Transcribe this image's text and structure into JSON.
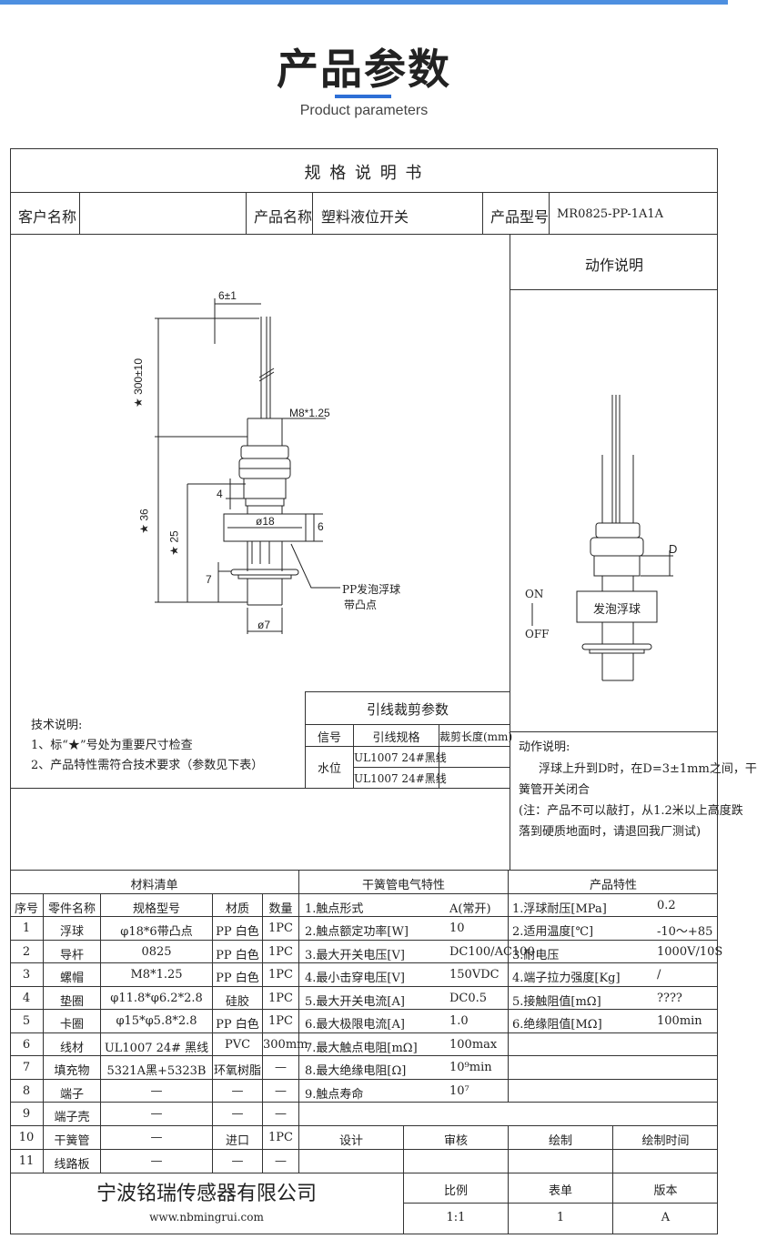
{
  "header": {
    "title": "产品参数",
    "subtitle": "Product parameters"
  },
  "sheet": {
    "heading": "规 格 说 明 书",
    "customer_label": "客户名称",
    "customer_value": "",
    "product_name_label": "产品名称",
    "product_name_value": "塑料液位开关",
    "model_label": "产品型号",
    "model_value": "MR0825-PP-1A1A"
  },
  "drawing": {
    "dim_6": "6±1",
    "dim_300": "★ 300±10",
    "dim_m8": "M8*1.25",
    "dim_4": "4",
    "dim_36": "★ 36",
    "dim_18": "ø18",
    "dim_6b": "6",
    "dim_25": "★ 25",
    "dim_7": "7",
    "dim_7b": "ø7",
    "float_note_1": "PP发泡浮球",
    "float_note_2": "带凸点"
  },
  "action": {
    "title": "动作说明",
    "label_d": "D",
    "label_on": "ON",
    "label_off": "OFF",
    "float_label": "发泡浮球",
    "desc_title": "动作说明:",
    "desc_1": "浮球上升到D时，在D=3±1mm之间，干",
    "desc_2": "簧管开关闭合",
    "desc_3": "(注：产品不可以敲打，从1.2米以上高度跌",
    "desc_4": "落到硬质地面时，请退回我厂测试)"
  },
  "tech": {
    "title": "技术说明:",
    "line1_pre": "1、标“",
    "line1_star": "★",
    "line1_post": "”号处为重要尺寸检查",
    "line2": "2、产品特性需符合技术要求（参数见下表）"
  },
  "lead": {
    "title": "引线裁剪参数",
    "col_signal": "信号",
    "col_spec": "引线规格",
    "col_len": "裁剪长度(mm)",
    "signal": "水位",
    "rows": [
      "UL1007 24#黑线",
      "UL1007 24#黑线"
    ]
  },
  "materials": {
    "title": "材料清单",
    "headers": [
      "序号",
      "零件名称",
      "规格型号",
      "材质",
      "数量"
    ],
    "rows": [
      [
        "1",
        "浮球",
        "φ18*6带凸点",
        "PP 白色",
        "1PC"
      ],
      [
        "2",
        "导杆",
        "0825",
        "PP 白色",
        "1PC"
      ],
      [
        "3",
        "螺帽",
        "M8*1.25",
        "PP 白色",
        "1PC"
      ],
      [
        "4",
        "垫圈",
        "φ11.8*φ6.2*2.8",
        "硅胶",
        "1PC"
      ],
      [
        "5",
        "卡圈",
        "φ15*φ5.8*2.8",
        "PP 白色",
        "1PC"
      ],
      [
        "6",
        "线材",
        "UL1007 24# 黑线",
        "PVC",
        "300mm"
      ],
      [
        "7",
        "填充物",
        "5321A黑+5323B",
        "环氧树脂",
        "—"
      ],
      [
        "8",
        "端子",
        "—",
        "—",
        "—"
      ],
      [
        "9",
        "端子壳",
        "—",
        "—",
        "—"
      ],
      [
        "10",
        "干簧管",
        "—",
        "进口",
        "1PC"
      ],
      [
        "11",
        "线路板",
        "—",
        "—",
        "—"
      ]
    ]
  },
  "reed": {
    "title": "干簧管电气特性",
    "rows": [
      [
        "1.触点形式",
        "A(常开)"
      ],
      [
        "2.触点额定功率[W]",
        "10"
      ],
      [
        "3.最大开关电压[V]",
        "DC100/AC100"
      ],
      [
        "4.最小击穿电压[V]",
        "150VDC"
      ],
      [
        "5.最大开关电流[A]",
        "DC0.5"
      ],
      [
        "6.最大极限电流[A]",
        "1.0"
      ],
      [
        "7.最大触点电阻[mΩ]",
        "100max"
      ],
      [
        "8.最大绝缘电阻[Ω]",
        "10⁹min"
      ],
      [
        "9.触点寿命",
        "10⁷"
      ]
    ]
  },
  "props": {
    "title": "产品特性",
    "rows": [
      [
        "1.浮球耐压[MPa]",
        "0.2"
      ],
      [
        "2.适用温度[℃]",
        "-10～+85"
      ],
      [
        "3.耐电压",
        "1000V/10S"
      ],
      [
        "4.端子拉力强度[Kg]",
        "/"
      ],
      [
        "5.接触阻值[mΩ]",
        "????"
      ],
      [
        "6.绝缘阻值[MΩ]",
        "100min"
      ]
    ]
  },
  "signoff": {
    "design": "设计",
    "review": "审核",
    "draw": "绘制",
    "draw_time": "绘制时间"
  },
  "footer": {
    "company": "宁波铭瑞传感器有限公司",
    "website": "www.nbmingrui.com",
    "scale_label": "比例",
    "scale_value": "1:1",
    "sheet_label": "表单",
    "sheet_value": "1",
    "version_label": "版本",
    "version_value": "A"
  }
}
